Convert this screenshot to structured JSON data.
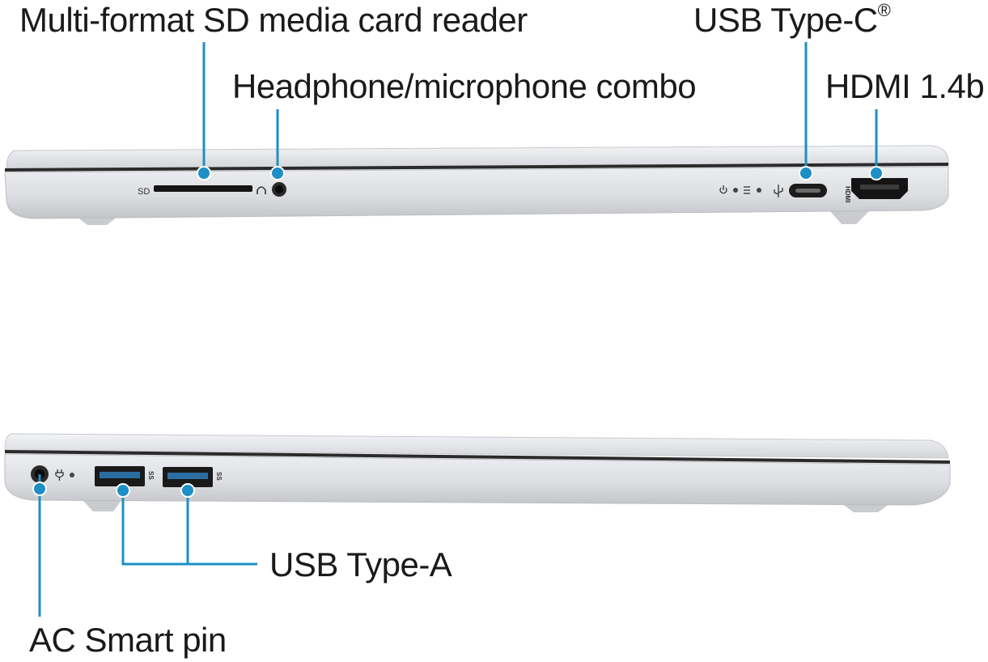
{
  "callouts": {
    "sd_reader": "Multi-format SD media card reader",
    "headphone": "Headphone/microphone combo",
    "usb_c": "USB Type-C",
    "usb_c_mark": "®",
    "hdmi": "HDMI 1.4b",
    "usb_a": "USB Type-A",
    "ac_pin": "AC Smart pin"
  },
  "port_markings": {
    "sd": "SD",
    "hdmi": "HDMI",
    "ss_1": "SS",
    "ss_2": "SS"
  },
  "colors": {
    "callout_line": "#1e8fc4",
    "callout_dot": "#1e8fc4",
    "chassis_silver": "#dcdde0",
    "chassis_edge": "#b9bbbf",
    "seam": "#2b2b2b",
    "port_black": "#141414"
  }
}
